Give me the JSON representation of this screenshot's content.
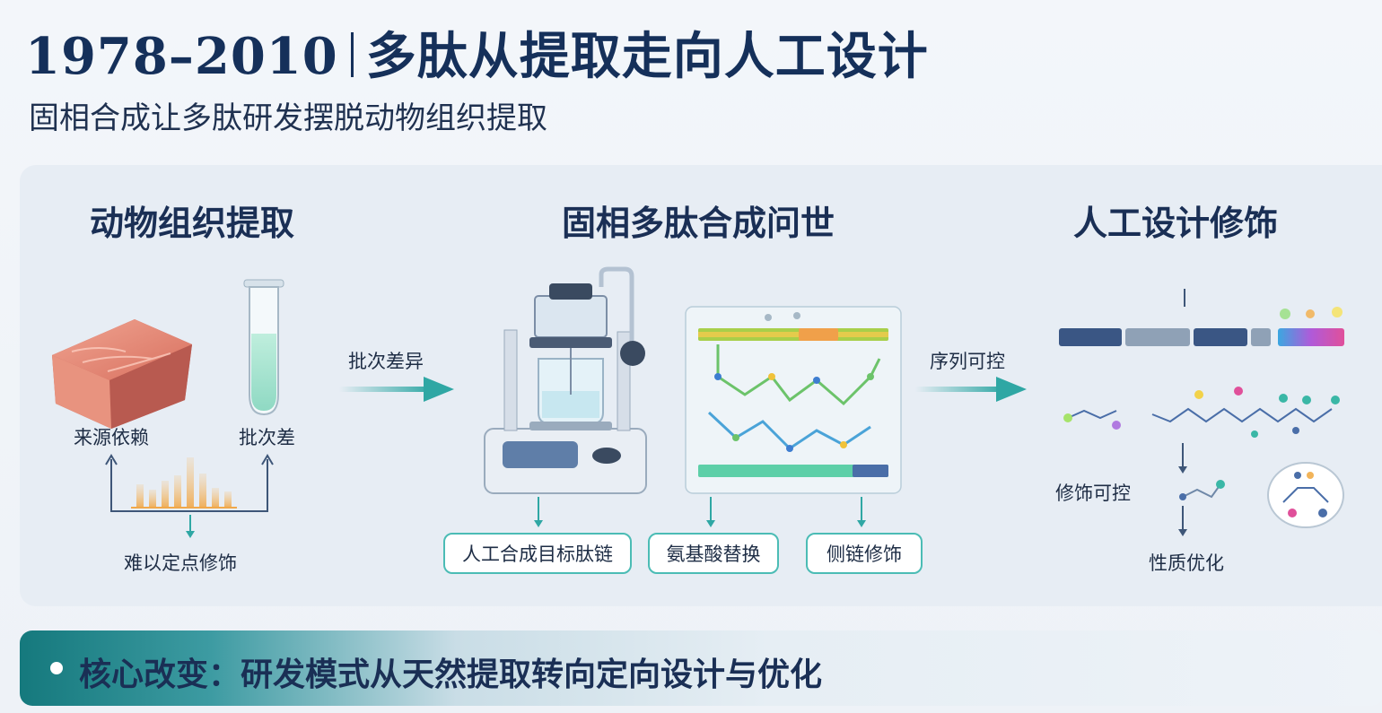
{
  "header": {
    "title_years": "1978–2010",
    "title_text": "多肽从提取走向人工设计",
    "subtitle": "固相合成让多肽研发摆脱动物组织提取"
  },
  "sections": {
    "left": {
      "title": "动物组织提取",
      "label_source": "来源依赖",
      "label_batch": "批次差",
      "label_bottom": "难以定点修饰"
    },
    "middle": {
      "title": "固相多肽合成问世",
      "box1": "人工合成目标肽链",
      "box2": "氨基酸替换",
      "box3": "侧链修饰"
    },
    "right": {
      "title": "人工设计修饰",
      "label_modify": "修饰可控",
      "label_optimize": "性质优化"
    }
  },
  "arrows": {
    "first": "批次差异",
    "second": "序列可控"
  },
  "banner": {
    "text": "核心改变：研发模式从天然提取转向定向设计与优化"
  },
  "colors": {
    "navy": "#15305a",
    "teal": "#2fa7a4",
    "accent_box": "#4bbcb5"
  }
}
